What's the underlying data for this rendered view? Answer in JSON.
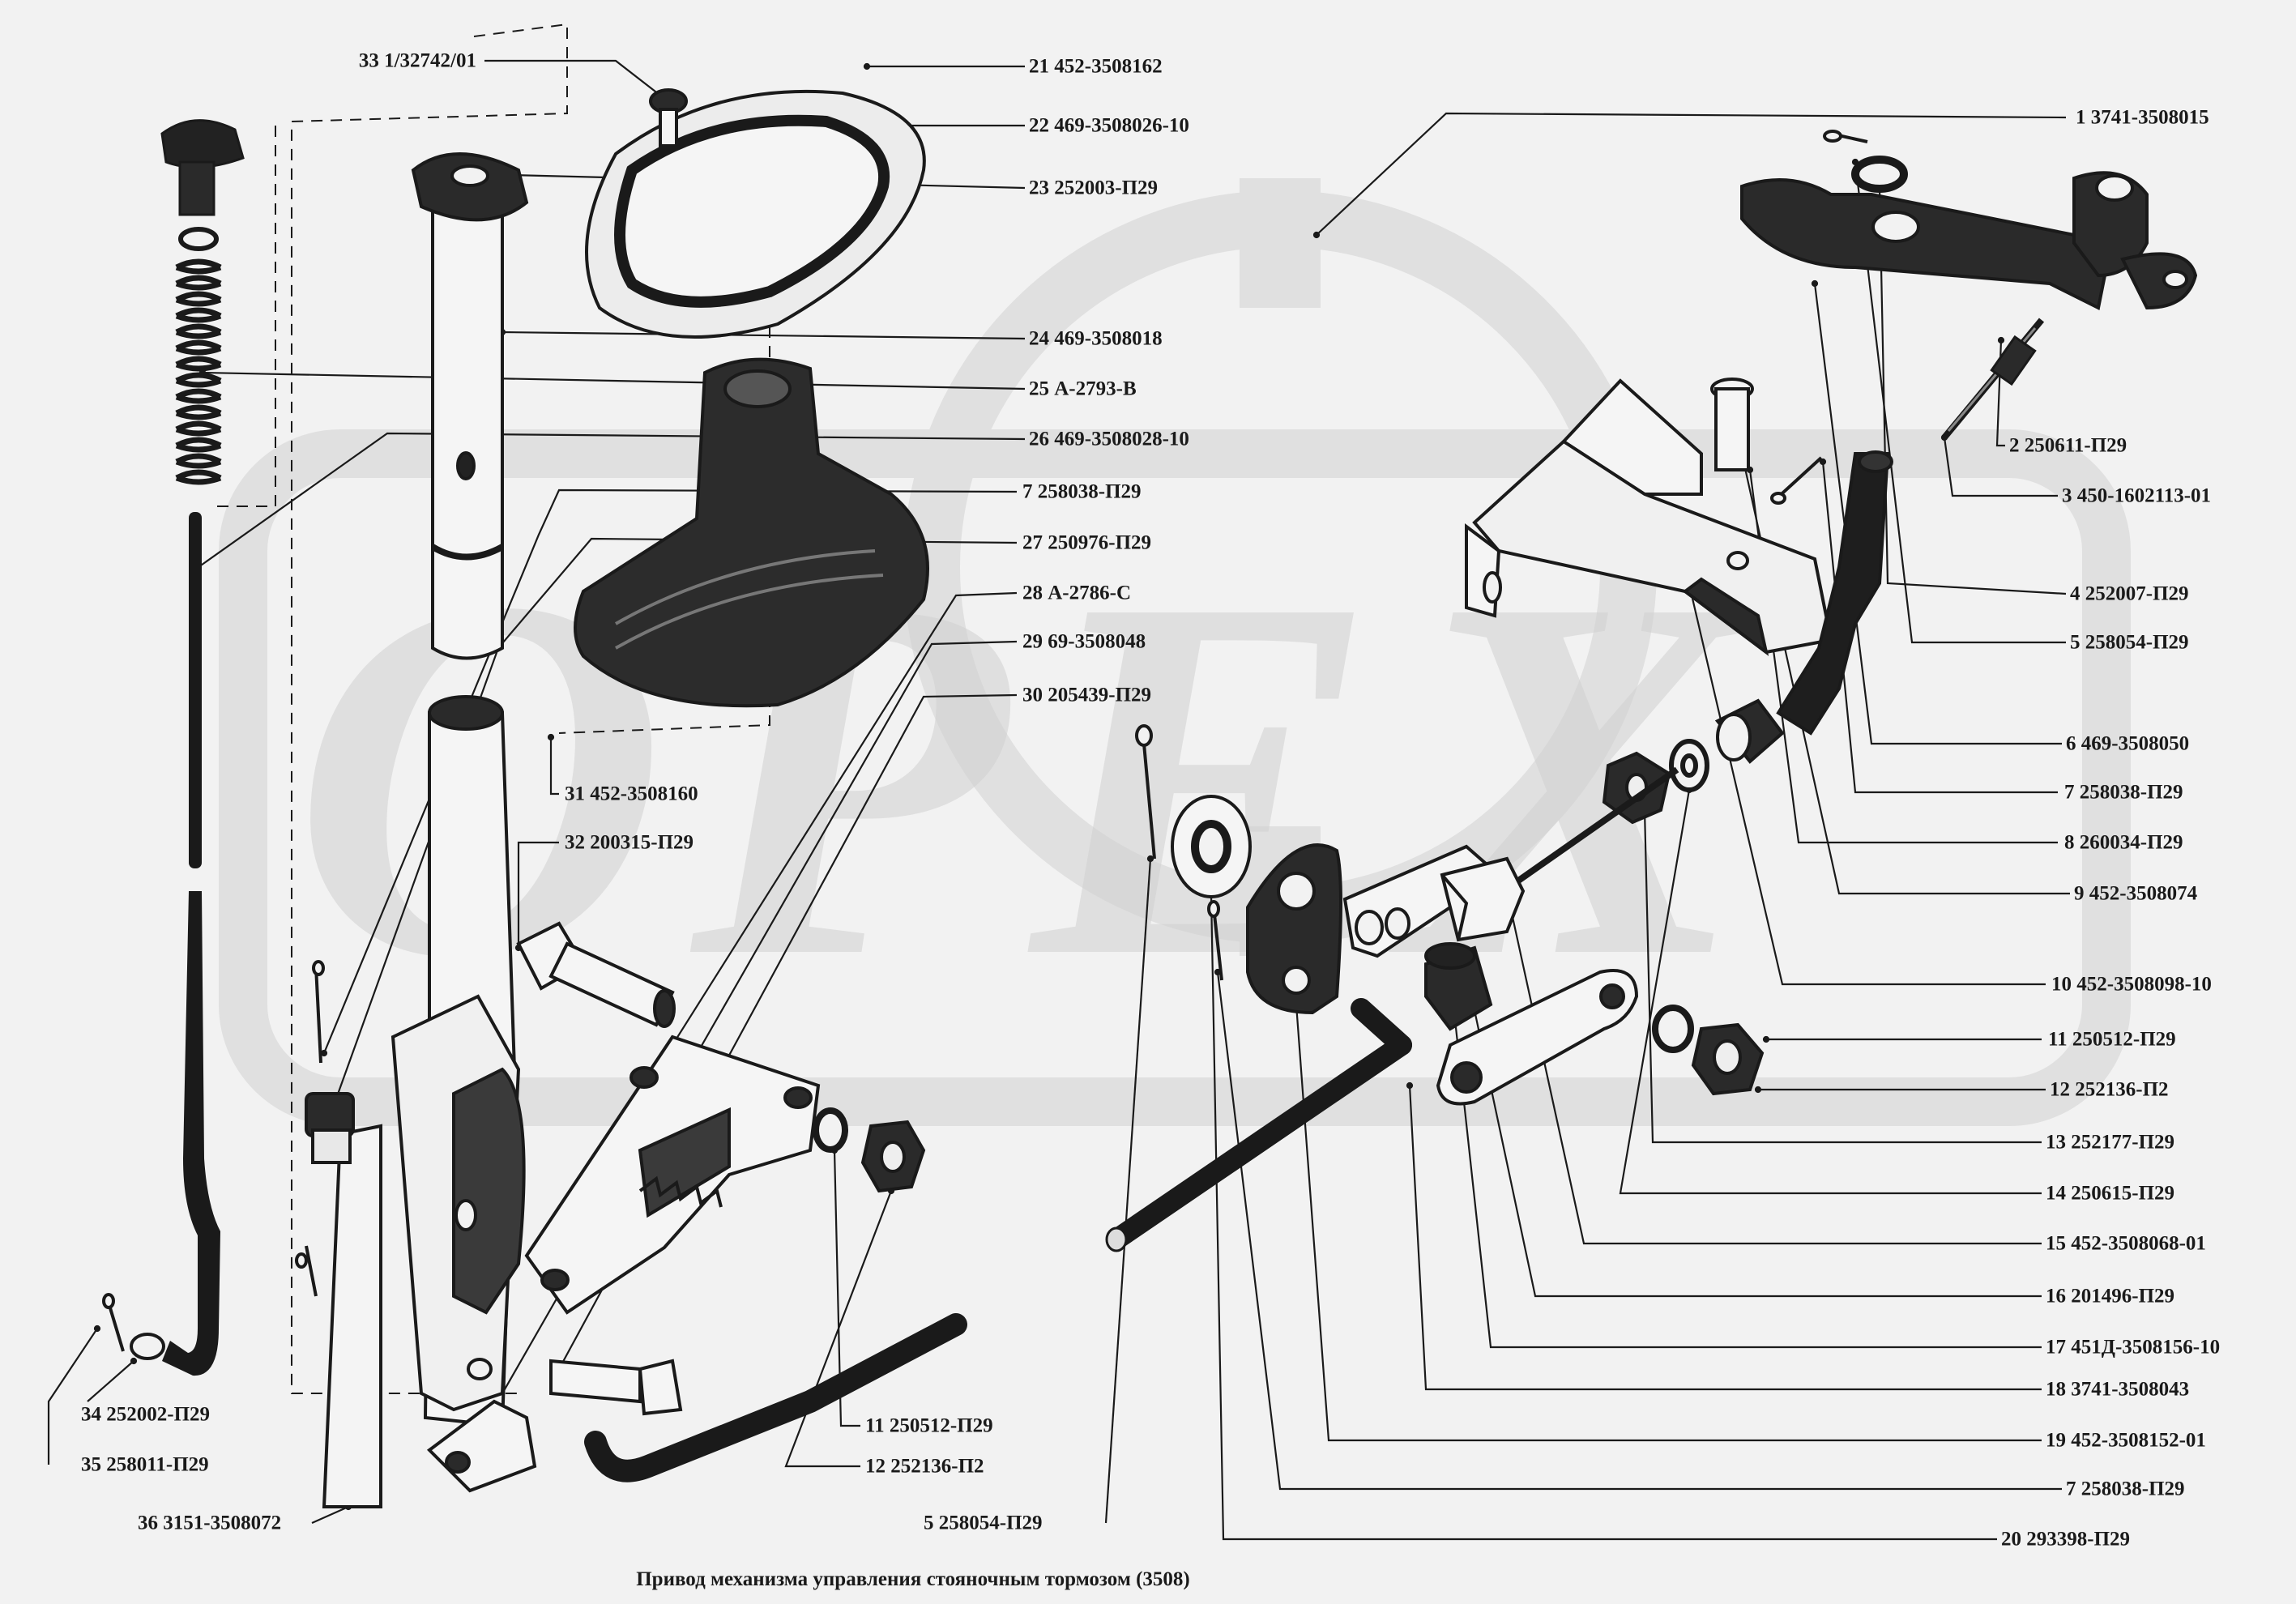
{
  "caption": "Привод механизма управления стояночным тормозом  (3508)",
  "watermark": "OPEX",
  "colors": {
    "ink": "#1a1a1a",
    "paper": "#f2f2f2",
    "watermark": "#cfcfcf"
  },
  "labels": [
    {
      "id": "21",
      "text": "21  452-3508162"
    },
    {
      "id": "22",
      "text": "22  469-3508026-10"
    },
    {
      "id": "23",
      "text": "23  252003-П29"
    },
    {
      "id": "24",
      "text": "24  469-3508018"
    },
    {
      "id": "25",
      "text": "25  А-2793-В"
    },
    {
      "id": "26",
      "text": "26  469-3508028-10"
    },
    {
      "id": "7a",
      "text": "7  258038-П29"
    },
    {
      "id": "27",
      "text": "27  250976-П29"
    },
    {
      "id": "28",
      "text": "28  А-2786-С"
    },
    {
      "id": "29",
      "text": "29  69-3508048"
    },
    {
      "id": "30",
      "text": "30  205439-П29"
    },
    {
      "id": "31",
      "text": "31  452-3508160"
    },
    {
      "id": "32",
      "text": "32  200315-П29"
    },
    {
      "id": "33",
      "text": "33  1/32742/01"
    },
    {
      "id": "34",
      "text": "34  252002-П29"
    },
    {
      "id": "35",
      "text": "35  258011-П29"
    },
    {
      "id": "36",
      "text": "36  3151-3508072"
    },
    {
      "id": "5a",
      "text": "5  258054-П29"
    },
    {
      "id": "11a",
      "text": "11  250512-П29"
    },
    {
      "id": "12a",
      "text": "12  252136-П2"
    },
    {
      "id": "1",
      "text": "1  3741-3508015"
    },
    {
      "id": "2",
      "text": "2  250611-П29"
    },
    {
      "id": "3",
      "text": "3  450-1602113-01"
    },
    {
      "id": "4",
      "text": "4  252007-П29"
    },
    {
      "id": "5b",
      "text": "5  258054-П29"
    },
    {
      "id": "6",
      "text": "6  469-3508050"
    },
    {
      "id": "7b",
      "text": "7  258038-П29"
    },
    {
      "id": "8",
      "text": "8  260034-П29"
    },
    {
      "id": "9",
      "text": "9  452-3508074"
    },
    {
      "id": "10",
      "text": "10  452-3508098-10"
    },
    {
      "id": "11b",
      "text": "11  250512-П29"
    },
    {
      "id": "12b",
      "text": "12  252136-П2"
    },
    {
      "id": "13",
      "text": "13  252177-П29"
    },
    {
      "id": "14",
      "text": "14  250615-П29"
    },
    {
      "id": "15",
      "text": "15  452-3508068-01"
    },
    {
      "id": "16",
      "text": "16  201496-П29"
    },
    {
      "id": "17",
      "text": "17  451Д-3508156-10"
    },
    {
      "id": "18",
      "text": "18  3741-3508043"
    },
    {
      "id": "19",
      "text": "19  452-3508152-01"
    },
    {
      "id": "7c",
      "text": "7  258038-П29"
    },
    {
      "id": "20",
      "text": "20  293398-П29"
    }
  ]
}
